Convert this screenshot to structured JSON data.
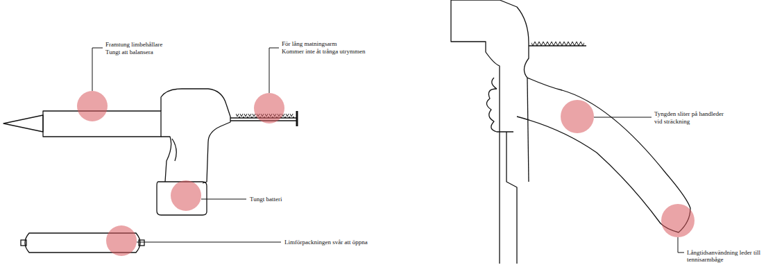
{
  "diagram": {
    "labels": [
      "Framtung limbehållare",
      "Tungt att balansera",
      "För lång matningsarm",
      "Kommer inte åt trånga utrymmen",
      "Tungt batteri",
      "Limförpackningen svår att öppna",
      "Tyngden sliter på handleder",
      "vid sträckning",
      "Långtidsanvändning leder till",
      "tennisarmbåge"
    ]
  }
}
